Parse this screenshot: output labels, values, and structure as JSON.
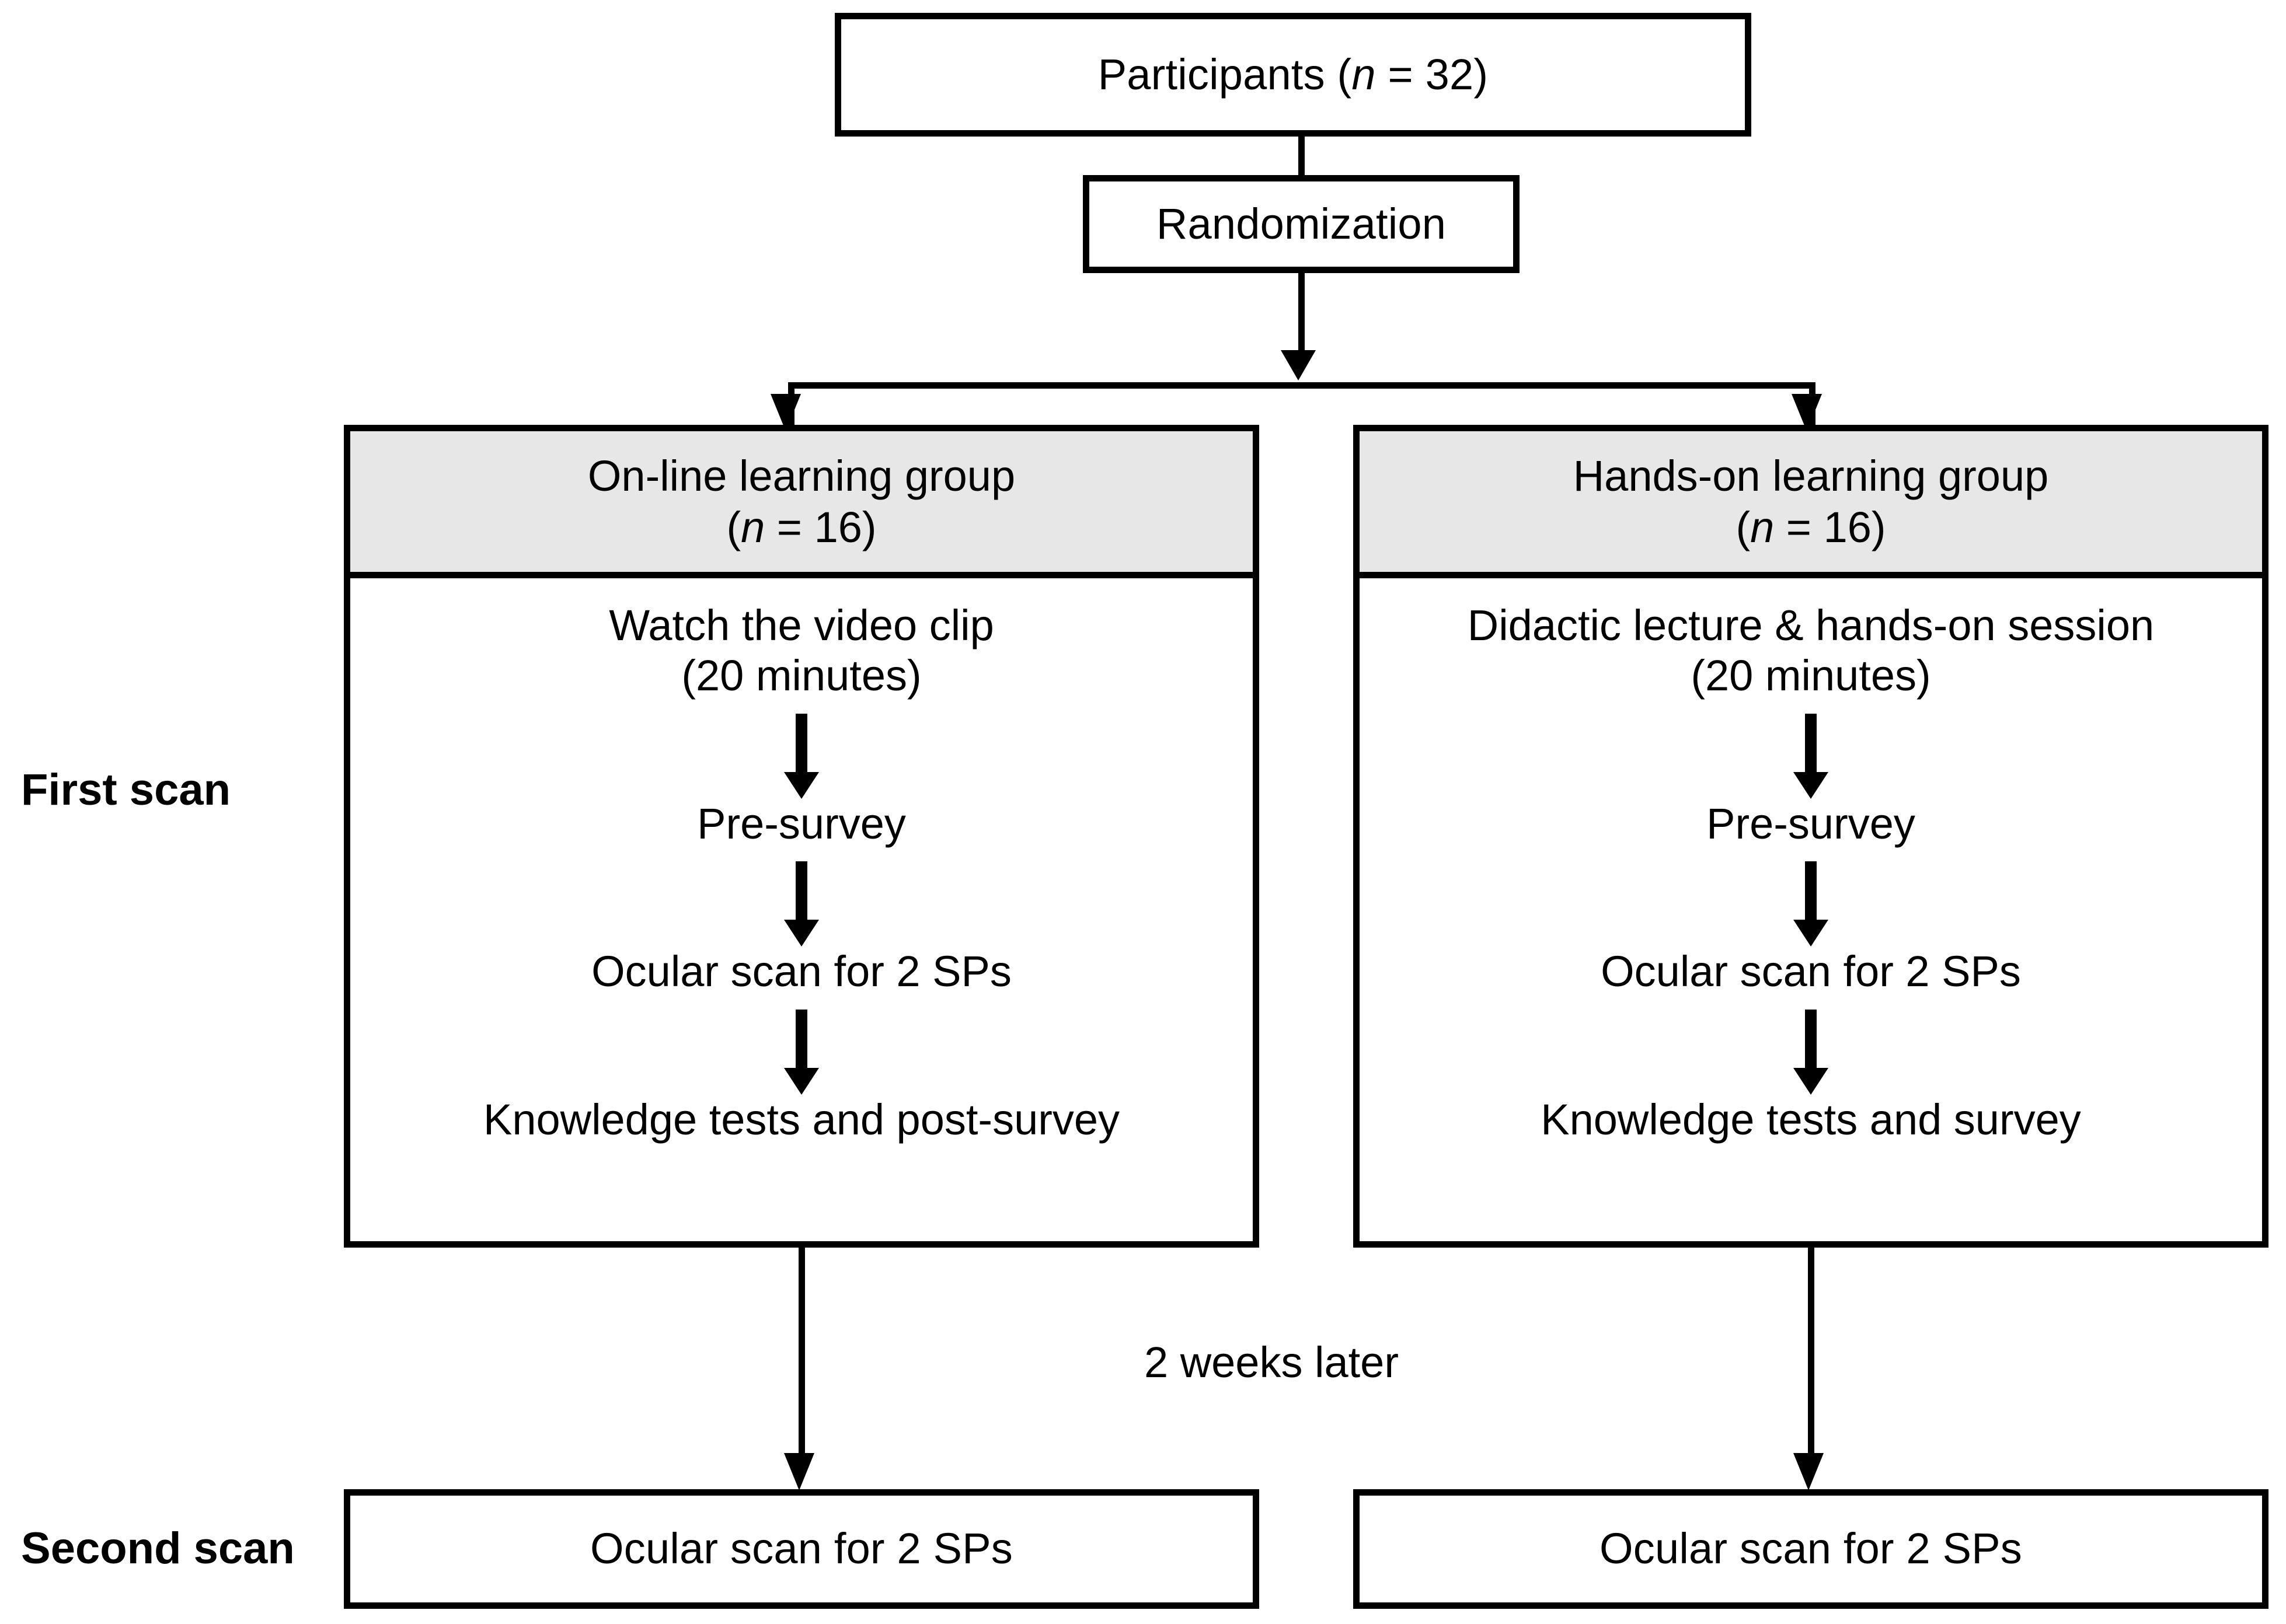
{
  "diagram": {
    "title": "Study design flow diagram",
    "colors": {
      "stroke": "#000000",
      "group_header_fill": "#e7e7e7",
      "box_fill": "#ffffff",
      "background": "#ffffff"
    }
  },
  "top": {
    "participants_label": "Participants (",
    "participants_n_symbol": "n",
    "participants_n_value": " = 32)"
  },
  "randomization": {
    "label": "Randomization"
  },
  "stage_labels": {
    "first_scan": "First scan",
    "second_scan": "Second scan"
  },
  "interval_note": "2 weeks later",
  "groups": [
    {
      "id": "online",
      "header_line1": "On-line learning group",
      "header_n_symbol": "n",
      "header_n_value": " = 16)",
      "header_n_open": "(",
      "steps": [
        {
          "line1": "Watch the video clip",
          "line2": "(20 minutes)"
        },
        {
          "line1": "Pre-survey",
          "line2": ""
        },
        {
          "line1": "Ocular scan for 2 SPs",
          "line2": ""
        },
        {
          "line1": "Knowledge tests and post-survey",
          "line2": ""
        }
      ],
      "second_scan_label": "Ocular scan for 2 SPs"
    },
    {
      "id": "handson",
      "header_line1": "Hands-on learning group",
      "header_n_symbol": "n",
      "header_n_value": " = 16)",
      "header_n_open": "(",
      "steps": [
        {
          "line1": "Didactic lecture & hands-on session",
          "line2": "(20 minutes)"
        },
        {
          "line1": "Pre-survey",
          "line2": ""
        },
        {
          "line1": "Ocular scan for 2 SPs",
          "line2": ""
        },
        {
          "line1": "Knowledge tests and survey",
          "line2": ""
        }
      ],
      "second_scan_label": "Ocular scan for 2 SPs"
    }
  ]
}
